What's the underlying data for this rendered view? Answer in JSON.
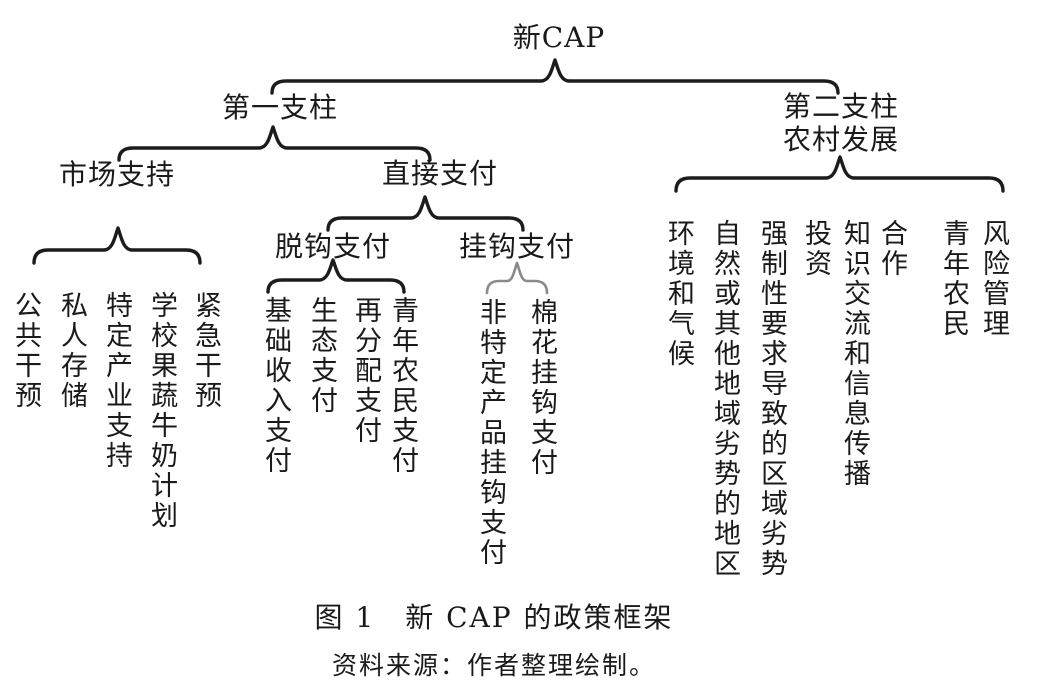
{
  "figure": {
    "root": {
      "label": "新CAP"
    },
    "pillar1": {
      "label": "第一支柱",
      "market_support": {
        "label": "市场支持",
        "leaves": [
          "公共干预",
          "私人存储",
          "特定产业支持",
          "学校果蔬牛奶计划",
          "紧急干预"
        ]
      },
      "direct_payments": {
        "label": "直接支付",
        "decoupled": {
          "label": "脱钩支付",
          "leaves": [
            "基础收入支付",
            "生态支付",
            "再分配支付",
            "青年农民支付"
          ]
        },
        "coupled": {
          "label": "挂钩支付",
          "leaves": [
            "非特定产品挂钩支付",
            "棉花挂钩支付"
          ]
        }
      }
    },
    "pillar2": {
      "label_line1": "第二支柱",
      "label_line2": "农村发展",
      "leaves": [
        "环境和气候",
        "自然或其他地域劣势的地区",
        "强制性要求导致的区域劣势",
        "投资",
        "知识交流和信息传播",
        "合作",
        "青年农民",
        "风险管理"
      ]
    },
    "caption": {
      "title": "图 1　新 CAP 的政策框架",
      "source": "资料来源：作者整理绘制。"
    },
    "colors": {
      "background": "#ffffff",
      "text": "#1a1a1a",
      "brace": "#1c1c1c",
      "brace_light": "#8a8a8a"
    }
  }
}
